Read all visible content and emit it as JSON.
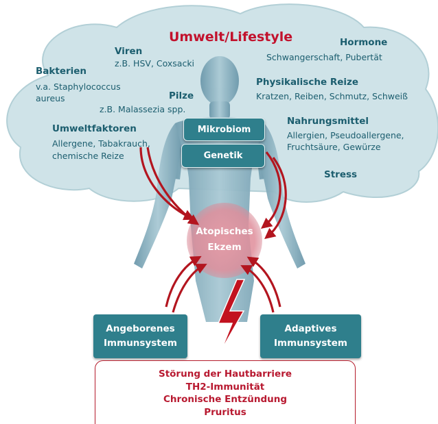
{
  "title": "Umwelt/Lifestyle",
  "factors": {
    "viren": {
      "heading": "Viren",
      "detail": "z.B. HSV, Coxsacki"
    },
    "bakterien": {
      "heading": "Bakterien",
      "detail_line1": "v.a. Staphylococcus",
      "detail_line2": "aureus"
    },
    "pilze": {
      "heading": "Pilze",
      "detail": "z.B. Malassezia spp."
    },
    "umweltfaktoren": {
      "heading": "Umweltfaktoren",
      "detail_line1": "Allergene, Tabakrauch,",
      "detail_line2": "chemische Reize"
    },
    "hormone": {
      "heading": "Hormone",
      "detail": "Schwangerschaft, Pubertät"
    },
    "physikalische_reize": {
      "heading": "Physikalische Reize",
      "detail": "Kratzen, Reiben, Schmutz, Schweiß"
    },
    "nahrungsmittel": {
      "heading": "Nahrungsmittel",
      "detail_line1": "Allergien, Pseudoallergene,",
      "detail_line2": "Fruchtsäure, Gewürze"
    },
    "stress": {
      "heading": "Stress"
    }
  },
  "inner_boxes": {
    "mikrobiom": "Mikrobiom",
    "genetik": "Genetik"
  },
  "center": {
    "line1": "Atopisches",
    "line2": "Ekzem"
  },
  "immune": {
    "innate": {
      "line1": "Angeborenes",
      "line2": "Immunsystem"
    },
    "adaptive": {
      "line1": "Adaptives",
      "line2": "Immunsystem"
    }
  },
  "outcomes": [
    "Störung der Hautbarriere",
    "TH2-Immunität",
    "Chronische Entzündung",
    "Pruritus"
  ],
  "colors": {
    "cloud": "#cfe3e8",
    "cloud_edge": "#b2cfd6",
    "factor_text": "#1b5d6e",
    "title": "#c2122d",
    "box": "#2f7f8c",
    "arrow": "#b3151f",
    "ekzem_circle": "#e39aa4",
    "outcome_text": "#b81930"
  },
  "icons": [
    "human-body-figure",
    "lightning-bolt",
    "curved-arrow"
  ]
}
